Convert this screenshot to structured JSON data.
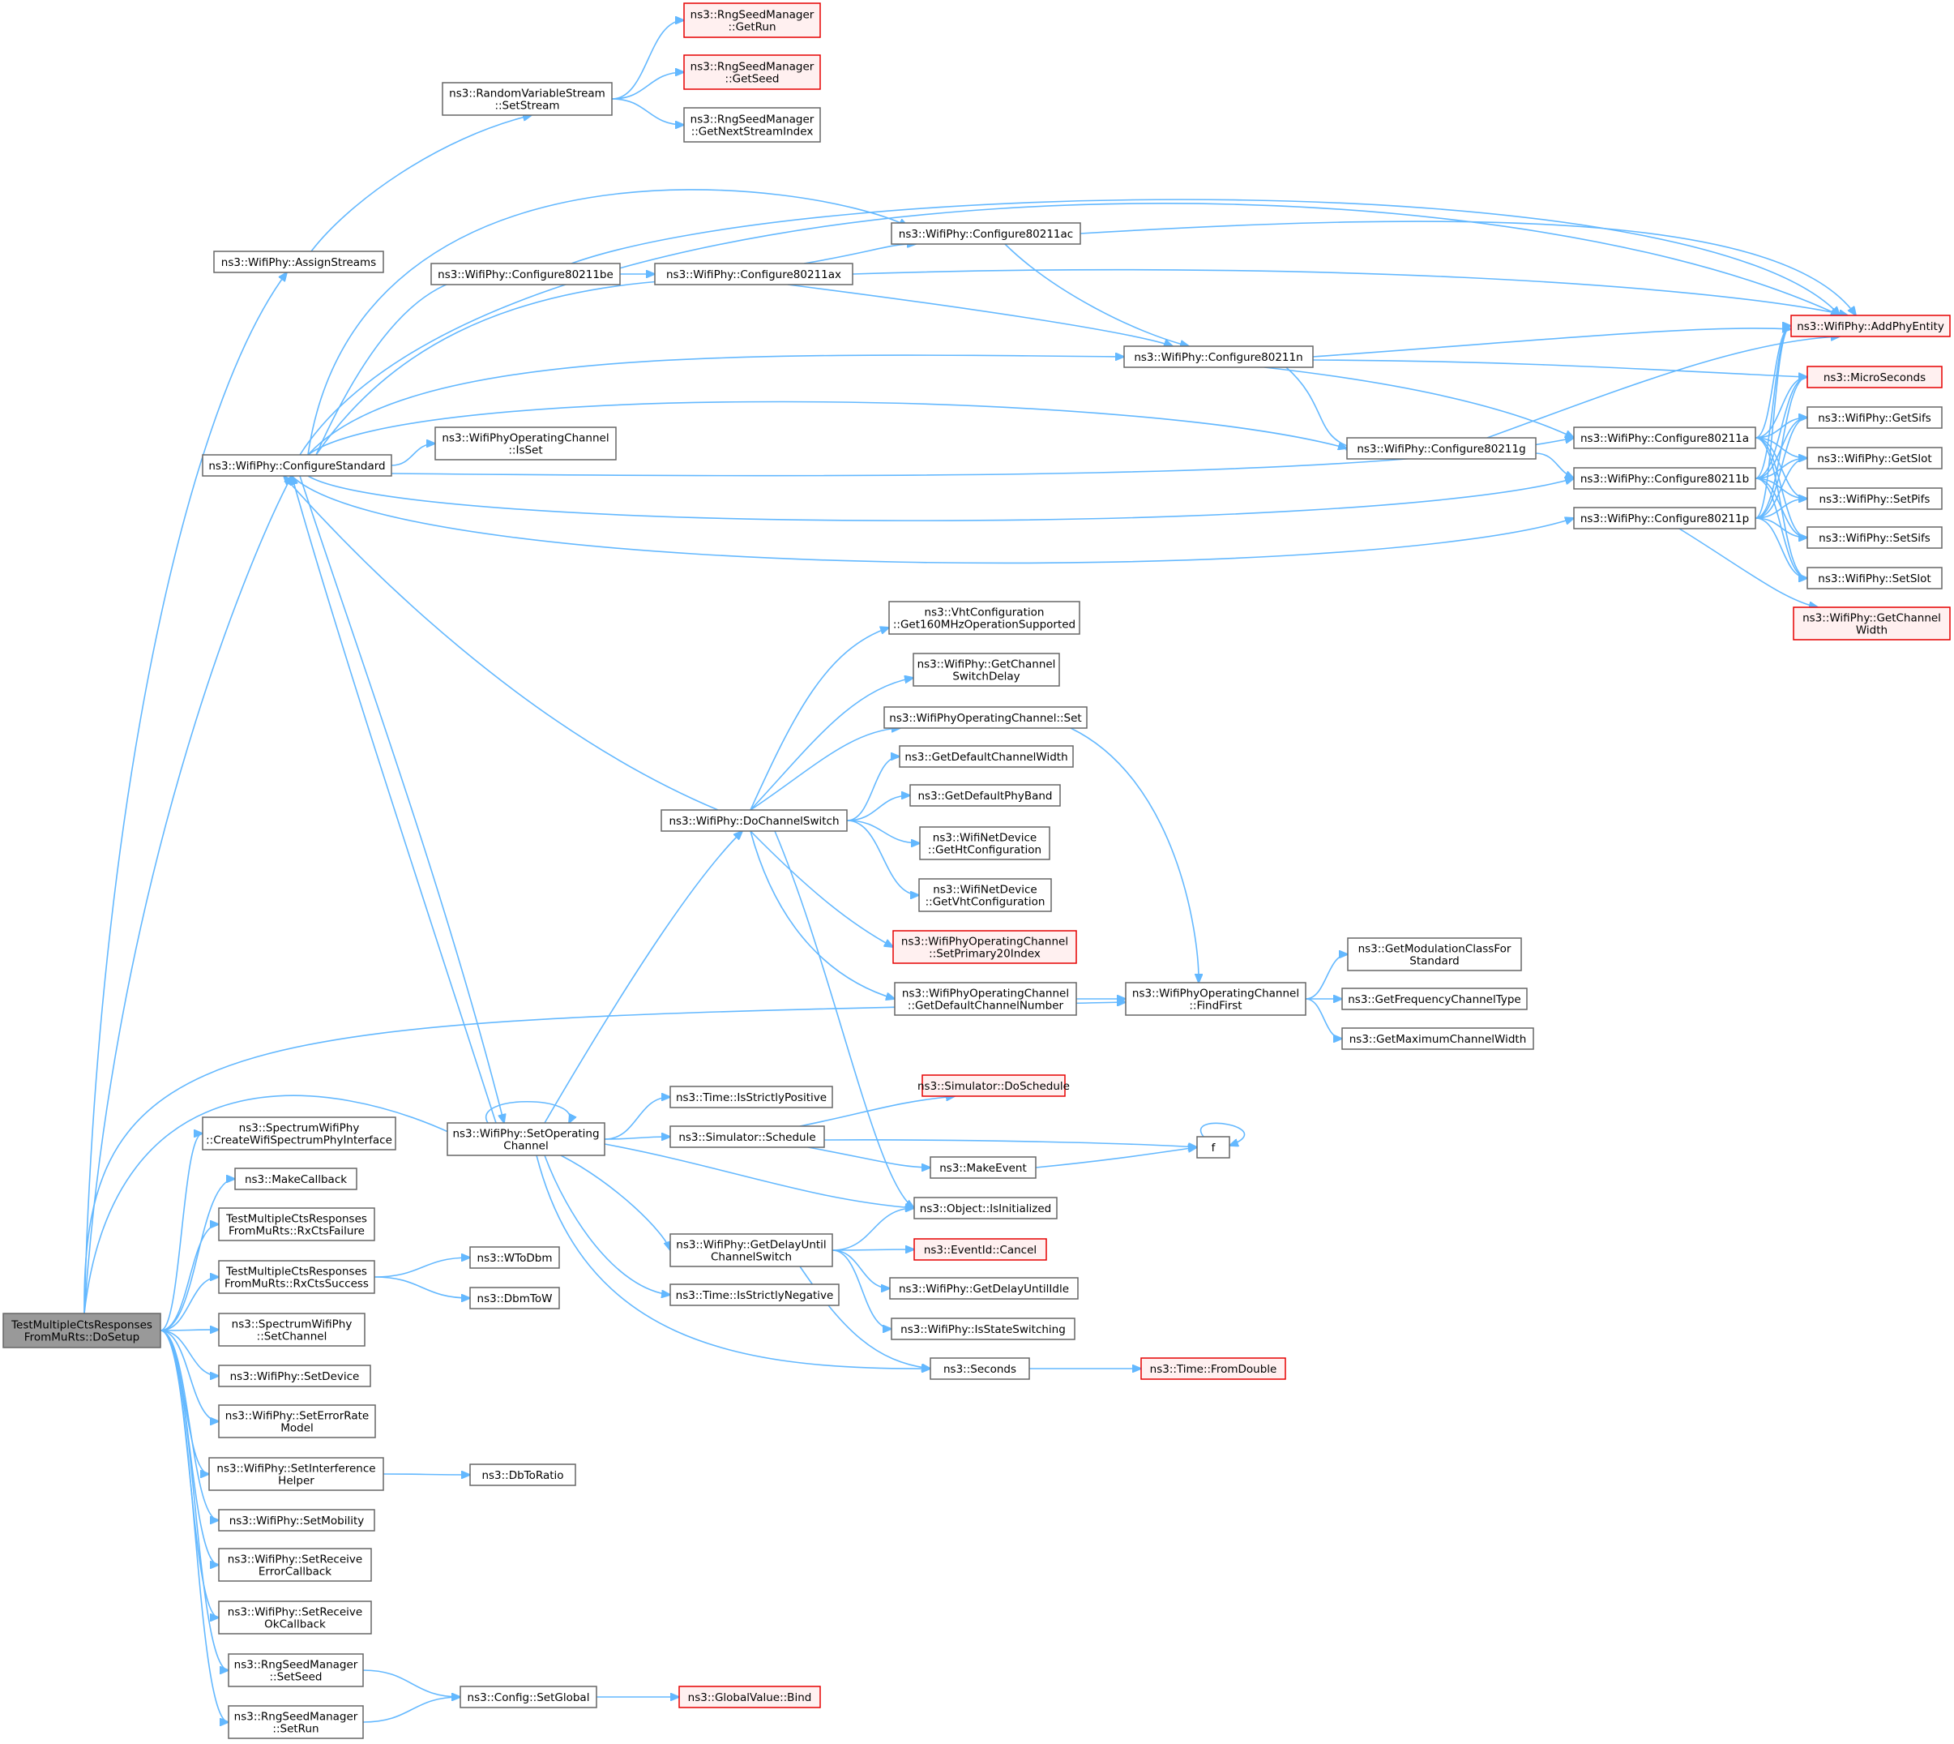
{
  "nodes": [
    {
      "id": "root",
      "lines": [
        "TestMultipleCtsResponses",
        "FromMuRts::DoSetup"
      ],
      "style": "root"
    },
    {
      "id": "assign",
      "lines": [
        "ns3::WifiPhy::AssignStreams"
      ],
      "style": "normal"
    },
    {
      "id": "setstream",
      "lines": [
        "ns3::RandomVariableStream",
        "::SetStream"
      ],
      "style": "normal"
    },
    {
      "id": "getrun",
      "lines": [
        "ns3::RngSeedManager",
        "::GetRun"
      ],
      "style": "red"
    },
    {
      "id": "getseed",
      "lines": [
        "ns3::RngSeedManager",
        "::GetSeed"
      ],
      "style": "red"
    },
    {
      "id": "getnext",
      "lines": [
        "ns3::RngSeedManager",
        "::GetNextStreamIndex"
      ],
      "style": "normal"
    },
    {
      "id": "cfgstd",
      "lines": [
        "ns3::WifiPhy::ConfigureStandard"
      ],
      "style": "normal"
    },
    {
      "id": "c11be",
      "lines": [
        "ns3::WifiPhy::Configure80211be"
      ],
      "style": "normal"
    },
    {
      "id": "c11ax",
      "lines": [
        "ns3::WifiPhy::Configure80211ax"
      ],
      "style": "normal"
    },
    {
      "id": "c11ac",
      "lines": [
        "ns3::WifiPhy::Configure80211ac"
      ],
      "style": "normal"
    },
    {
      "id": "c11n",
      "lines": [
        "ns3::WifiPhy::Configure80211n"
      ],
      "style": "normal"
    },
    {
      "id": "c11g",
      "lines": [
        "ns3::WifiPhy::Configure80211g"
      ],
      "style": "normal"
    },
    {
      "id": "c11a",
      "lines": [
        "ns3::WifiPhy::Configure80211a"
      ],
      "style": "normal"
    },
    {
      "id": "c11b",
      "lines": [
        "ns3::WifiPhy::Configure80211b"
      ],
      "style": "normal"
    },
    {
      "id": "c11p",
      "lines": [
        "ns3::WifiPhy::Configure80211p"
      ],
      "style": "normal"
    },
    {
      "id": "isset",
      "lines": [
        "ns3::WifiPhyOperatingChannel",
        "::IsSet"
      ],
      "style": "normal"
    },
    {
      "id": "addphy",
      "lines": [
        "ns3::WifiPhy::AddPhyEntity"
      ],
      "style": "red"
    },
    {
      "id": "micro",
      "lines": [
        "ns3::MicroSeconds"
      ],
      "style": "red"
    },
    {
      "id": "getsifs",
      "lines": [
        "ns3::WifiPhy::GetSifs"
      ],
      "style": "normal"
    },
    {
      "id": "getslot",
      "lines": [
        "ns3::WifiPhy::GetSlot"
      ],
      "style": "normal"
    },
    {
      "id": "setpifs",
      "lines": [
        "ns3::WifiPhy::SetPifs"
      ],
      "style": "normal"
    },
    {
      "id": "setsifs",
      "lines": [
        "ns3::WifiPhy::SetSifs"
      ],
      "style": "normal"
    },
    {
      "id": "setslot",
      "lines": [
        "ns3::WifiPhy::SetSlot"
      ],
      "style": "normal"
    },
    {
      "id": "getcw",
      "lines": [
        "ns3::WifiPhy::GetChannel",
        "Width"
      ],
      "style": "red"
    },
    {
      "id": "vht160",
      "lines": [
        "ns3::VhtConfiguration",
        "::Get160MHzOperationSupported"
      ],
      "style": "normal"
    },
    {
      "id": "getcsd",
      "lines": [
        "ns3::WifiPhy::GetChannel",
        "SwitchDelay"
      ],
      "style": "normal"
    },
    {
      "id": "ocset",
      "lines": [
        "ns3::WifiPhyOperatingChannel::Set"
      ],
      "style": "normal"
    },
    {
      "id": "defcw",
      "lines": [
        "ns3::GetDefaultChannelWidth"
      ],
      "style": "normal"
    },
    {
      "id": "defband",
      "lines": [
        "ns3::GetDefaultPhyBand"
      ],
      "style": "normal"
    },
    {
      "id": "dochsw",
      "lines": [
        "ns3::WifiPhy::DoChannelSwitch"
      ],
      "style": "normal"
    },
    {
      "id": "getht",
      "lines": [
        "ns3::WifiNetDevice",
        "::GetHtConfiguration"
      ],
      "style": "normal"
    },
    {
      "id": "getvht",
      "lines": [
        "ns3::WifiNetDevice",
        "::GetVhtConfiguration"
      ],
      "style": "normal"
    },
    {
      "id": "setp20",
      "lines": [
        "ns3::WifiPhyOperatingChannel",
        "::SetPrimary20Index"
      ],
      "style": "red"
    },
    {
      "id": "getdcn",
      "lines": [
        "ns3::WifiPhyOperatingChannel",
        "::GetDefaultChannelNumber"
      ],
      "style": "normal"
    },
    {
      "id": "findfirst",
      "lines": [
        "ns3::WifiPhyOperatingChannel",
        "::FindFirst"
      ],
      "style": "normal"
    },
    {
      "id": "getmod",
      "lines": [
        "ns3::GetModulationClassFor",
        "Standard"
      ],
      "style": "normal"
    },
    {
      "id": "getfct",
      "lines": [
        "ns3::GetFrequencyChannelType"
      ],
      "style": "normal"
    },
    {
      "id": "getmcw",
      "lines": [
        "ns3::GetMaximumChannelWidth"
      ],
      "style": "normal"
    },
    {
      "id": "createwsp",
      "lines": [
        "ns3::SpectrumWifiPhy",
        "::CreateWifiSpectrumPhyInterface"
      ],
      "style": "normal"
    },
    {
      "id": "makecb",
      "lines": [
        "ns3::MakeCallback"
      ],
      "style": "normal"
    },
    {
      "id": "rxfail",
      "lines": [
        "TestMultipleCtsResponses",
        "FromMuRts::RxCtsFailure"
      ],
      "style": "normal"
    },
    {
      "id": "rxsucc",
      "lines": [
        "TestMultipleCtsResponses",
        "FromMuRts::RxCtsSuccess"
      ],
      "style": "normal"
    },
    {
      "id": "wtodbm",
      "lines": [
        "ns3::WToDbm"
      ],
      "style": "normal"
    },
    {
      "id": "dbmtow",
      "lines": [
        "ns3::DbmToW"
      ],
      "style": "normal"
    },
    {
      "id": "setchan",
      "lines": [
        "ns3::SpectrumWifiPhy",
        "::SetChannel"
      ],
      "style": "normal"
    },
    {
      "id": "setdev",
      "lines": [
        "ns3::WifiPhy::SetDevice"
      ],
      "style": "normal"
    },
    {
      "id": "seterm",
      "lines": [
        "ns3::WifiPhy::SetErrorRate",
        "Model"
      ],
      "style": "normal"
    },
    {
      "id": "setih",
      "lines": [
        "ns3::WifiPhy::SetInterference",
        "Helper"
      ],
      "style": "normal"
    },
    {
      "id": "dbtoratio",
      "lines": [
        "ns3::DbToRatio"
      ],
      "style": "normal"
    },
    {
      "id": "setmob",
      "lines": [
        "ns3::WifiPhy::SetMobility"
      ],
      "style": "normal"
    },
    {
      "id": "setrecb",
      "lines": [
        "ns3::WifiPhy::SetReceive",
        "ErrorCallback"
      ],
      "style": "normal"
    },
    {
      "id": "setrocb",
      "lines": [
        "ns3::WifiPhy::SetReceive",
        "OkCallback"
      ],
      "style": "normal"
    },
    {
      "id": "setseed",
      "lines": [
        "ns3::RngSeedManager",
        "::SetSeed"
      ],
      "style": "normal"
    },
    {
      "id": "setrun",
      "lines": [
        "ns3::RngSeedManager",
        "::SetRun"
      ],
      "style": "normal"
    },
    {
      "id": "cfgglobal",
      "lines": [
        "ns3::Config::SetGlobal"
      ],
      "style": "normal"
    },
    {
      "id": "gvbind",
      "lines": [
        "ns3::GlobalValue::Bind"
      ],
      "style": "red"
    },
    {
      "id": "setopch",
      "lines": [
        "ns3::WifiPhy::SetOperating",
        "Channel"
      ],
      "style": "normal"
    },
    {
      "id": "strictpos",
      "lines": [
        "ns3::Time::IsStrictlyPositive"
      ],
      "style": "normal"
    },
    {
      "id": "simsched",
      "lines": [
        "ns3::Simulator::Schedule"
      ],
      "style": "normal"
    },
    {
      "id": "simdosched",
      "lines": [
        "ns3::Simulator::DoSchedule"
      ],
      "style": "red"
    },
    {
      "id": "f",
      "lines": [
        "f"
      ],
      "style": "normal"
    },
    {
      "id": "makeevent",
      "lines": [
        "ns3::MakeEvent"
      ],
      "style": "normal"
    },
    {
      "id": "isinit",
      "lines": [
        "ns3::Object::IsInitialized"
      ],
      "style": "normal"
    },
    {
      "id": "getdus",
      "lines": [
        "ns3::WifiPhy::GetDelayUntil",
        "ChannelSwitch"
      ],
      "style": "normal"
    },
    {
      "id": "cancel",
      "lines": [
        "ns3::EventId::Cancel"
      ],
      "style": "red"
    },
    {
      "id": "getdui",
      "lines": [
        "ns3::WifiPhy::GetDelayUntilIdle"
      ],
      "style": "normal"
    },
    {
      "id": "issw",
      "lines": [
        "ns3::WifiPhy::IsStateSwitching"
      ],
      "style": "normal"
    },
    {
      "id": "strictneg",
      "lines": [
        "ns3::Time::IsStrictlyNegative"
      ],
      "style": "normal"
    },
    {
      "id": "seconds",
      "lines": [
        "ns3::Seconds"
      ],
      "style": "normal"
    },
    {
      "id": "fromdouble",
      "lines": [
        "ns3::Time::FromDouble"
      ],
      "style": "red"
    }
  ]
}
